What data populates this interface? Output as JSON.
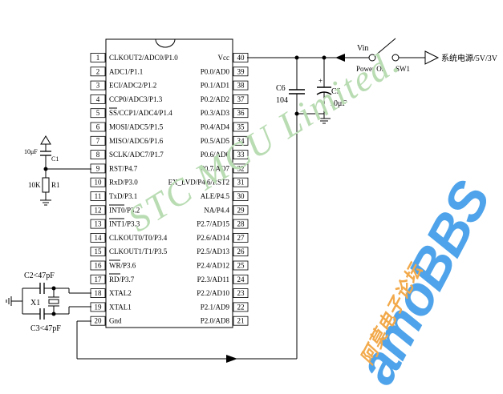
{
  "chip": {
    "left_pins": [
      {
        "num": "1",
        "label": "CLKOUT2/ADC0/P1.0"
      },
      {
        "num": "2",
        "label": "ADC1/P1.1"
      },
      {
        "num": "3",
        "label": "ECI/ADC2/P1.2"
      },
      {
        "num": "4",
        "label": "CCP0/ADC3/P1.3"
      },
      {
        "num": "5",
        "label": "SS/CCP1/ADC4/P1.4"
      },
      {
        "num": "6",
        "label": "MOSI/ADC5/P1.5"
      },
      {
        "num": "7",
        "label": "MISO/ADC6/P1.6"
      },
      {
        "num": "8",
        "label": "SCLK/ADC7/P1.7"
      },
      {
        "num": "9",
        "label": "RST/P4.7"
      },
      {
        "num": "10",
        "label": "RxD/P3.0"
      },
      {
        "num": "11",
        "label": "TxD/P3.1"
      },
      {
        "num": "12",
        "label": "INT0/P3.2"
      },
      {
        "num": "13",
        "label": "INT1/P3.3"
      },
      {
        "num": "14",
        "label": "CLKOUT0/T0/P3.4"
      },
      {
        "num": "15",
        "label": "CLKOUT1/T1/P3.5"
      },
      {
        "num": "16",
        "label": "WR/P3.6"
      },
      {
        "num": "17",
        "label": "RD/P3.7"
      },
      {
        "num": "18",
        "label": "XTAL2"
      },
      {
        "num": "19",
        "label": "XTAL1"
      },
      {
        "num": "20",
        "label": "Gnd"
      }
    ],
    "right_pins": [
      {
        "num": "40",
        "label": "Vcc"
      },
      {
        "num": "39",
        "label": "P0.0/AD0"
      },
      {
        "num": "38",
        "label": "P0.1/AD1"
      },
      {
        "num": "37",
        "label": "P0.2/AD2"
      },
      {
        "num": "36",
        "label": "P0.3/AD3"
      },
      {
        "num": "35",
        "label": "P0.4/AD4"
      },
      {
        "num": "34",
        "label": "P0.5/AD5"
      },
      {
        "num": "33",
        "label": "P0.6/AD6"
      },
      {
        "num": "32",
        "label": "P0.7/AD7"
      },
      {
        "num": "31",
        "label": "EX_LVD/P4.6/RST2"
      },
      {
        "num": "30",
        "label": "ALE/P4.5"
      },
      {
        "num": "29",
        "label": "NA/P4.4"
      },
      {
        "num": "28",
        "label": "P2.7/AD15"
      },
      {
        "num": "27",
        "label": "P2.6/AD14"
      },
      {
        "num": "26",
        "label": "P2.5/AD13"
      },
      {
        "num": "25",
        "label": "P2.4/AD12"
      },
      {
        "num": "24",
        "label": "P2.3/AD11"
      },
      {
        "num": "23",
        "label": "P2.2/AD10"
      },
      {
        "num": "22",
        "label": "P2.1/AD9"
      },
      {
        "num": "21",
        "label": "P2.0/AD8"
      }
    ]
  },
  "components": {
    "c6_name": "C6",
    "c6_value": "104",
    "c5_name": "C5",
    "c5_value": "10μF",
    "c1_name": "C1",
    "c1_value": "10μF",
    "r1_name": "R1",
    "r1_value": "10K",
    "c2_label": "C2<47pF",
    "c3_label": "C3<47pF",
    "x1_label": "X1",
    "vin_label": "Vin",
    "power_on_label": "Power On",
    "sw1_label": "SW1",
    "supply_label": "系统电源/5V/3V"
  },
  "watermark": {
    "text": "STC MCU Limited.",
    "logo": "amoBBS",
    "logo_cn": "阿莫电子论坛"
  }
}
